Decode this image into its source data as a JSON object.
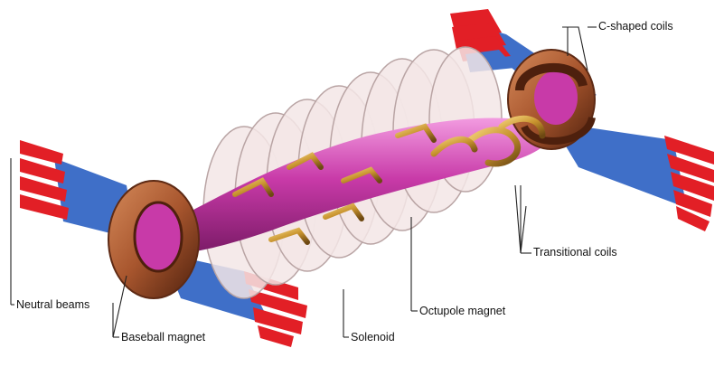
{
  "labels": {
    "c_shaped_coils": "C-shaped coils",
    "transitional_coils": "Transitional coils",
    "octupole_magnet": "Octupole magnet",
    "solenoid": "Solenoid",
    "baseball_magnet": "Baseball magnet",
    "neutral_beams": "Neutral beams"
  },
  "colors": {
    "plasma": "#c83aa8",
    "plasma_highlight": "#f29be0",
    "solenoid_ring": "#f3e6e6",
    "solenoid_edge": "#b9a4a4",
    "copper": "#a8562e",
    "copper_dark": "#5e2a14",
    "gold": "#c8932e",
    "beam_red": "#e21f26",
    "beam_blue": "#3f6fc8",
    "leader_line": "#222222"
  }
}
